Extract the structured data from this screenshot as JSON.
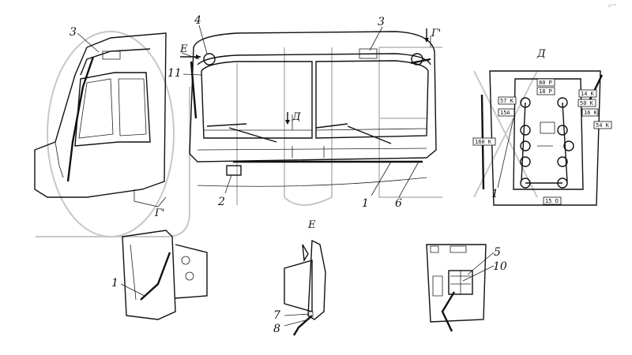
{
  "corner_mark": "x°°°",
  "callouts": {
    "c3_left": "3",
    "c4": "4",
    "c3_right": "3",
    "c11": "11",
    "c2": "2",
    "c1_mid": "1",
    "c6": "6",
    "c1_right": "1",
    "c1_bottom": "1",
    "c7": "7",
    "c8": "8",
    "c5": "5",
    "c10": "10"
  },
  "view_labels": {
    "E_arrow": "E",
    "G_arrow": "Г'",
    "D_arrow": "Д",
    "D_view": "Д",
    "G_view": "Г'",
    "E_view": "E"
  },
  "wire_tags": {
    "t80P": "80 P",
    "t18P": "18 P",
    "t14K": "14 K",
    "t50K": "50 K",
    "t57K": "57 K",
    "t15A": "15A",
    "t16K": "16 K",
    "t54K": "54 K",
    "t160K": "160 K",
    "t15O": "15 O"
  }
}
